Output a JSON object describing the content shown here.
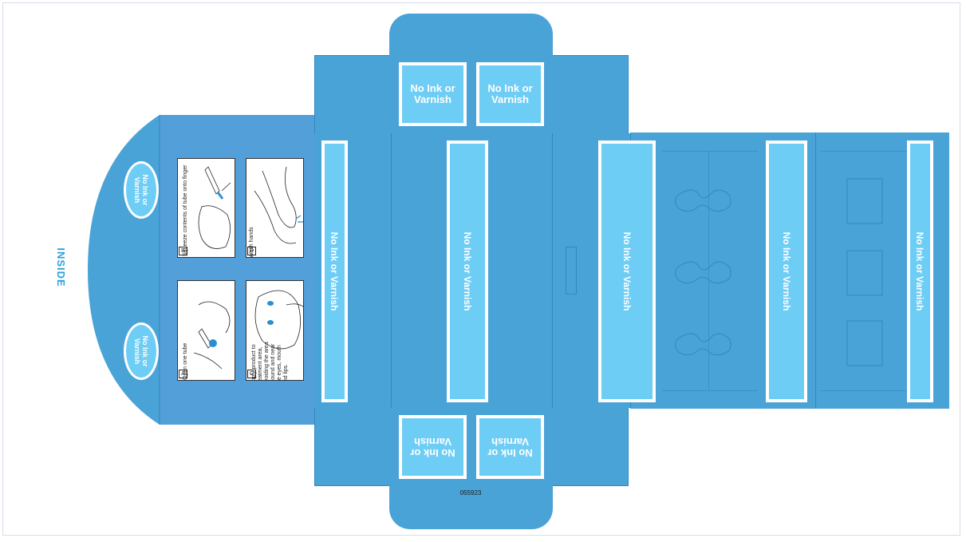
{
  "inside_label": "INSIDE",
  "no_ink_label": "No Ink or Varnish",
  "no_ink_two_line": "No Ink or\nVarnish",
  "code": "055923",
  "instructions": [
    {
      "step": "A",
      "text": "Open one tube"
    },
    {
      "step": "B",
      "text": "Squeeze contents of tube onto finger"
    },
    {
      "step": "C",
      "text": "Apply product to treatment area, avoiding the area around and near the eyes, mouth and lips."
    },
    {
      "step": "D",
      "text": "Wash hands"
    }
  ],
  "colors": {
    "panel": "#4aa3d7",
    "box_fill": "#6ecdf5",
    "label": "#2a9fd8"
  }
}
